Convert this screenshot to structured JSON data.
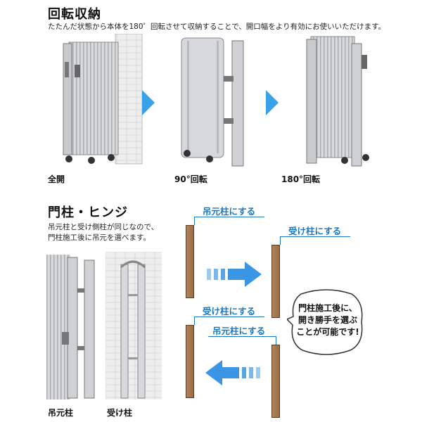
{
  "section1": {
    "title": "回転収納",
    "description": "たたんだ状態から本体を180゜回転させて収納することで、開口幅をより有効にお使いいただけます。",
    "steps": [
      {
        "caption": "全開"
      },
      {
        "caption": "90°回転"
      },
      {
        "caption": "180°回転"
      }
    ]
  },
  "section2": {
    "title": "門柱・ヒンジ",
    "description_lines": [
      "吊元柱と受け側柱が同じなので、",
      "門柱施工後に吊元を選べます。"
    ],
    "photo_captions": [
      "吊元柱",
      "受け柱"
    ],
    "diagram": {
      "top_left_label": "吊元柱にする",
      "top_right_label": "受け柱にする",
      "bottom_left_label": "受け柱にする",
      "bottom_right_label": "吊元柱にする",
      "bubble_lines": [
        "門柱施工後に、",
        "開き勝手を選ぶ",
        "ことが可能です!"
      ]
    }
  },
  "colors": {
    "accent": "#1a78c2",
    "arrow": "#3aa0e8",
    "post": "#a97a52"
  }
}
